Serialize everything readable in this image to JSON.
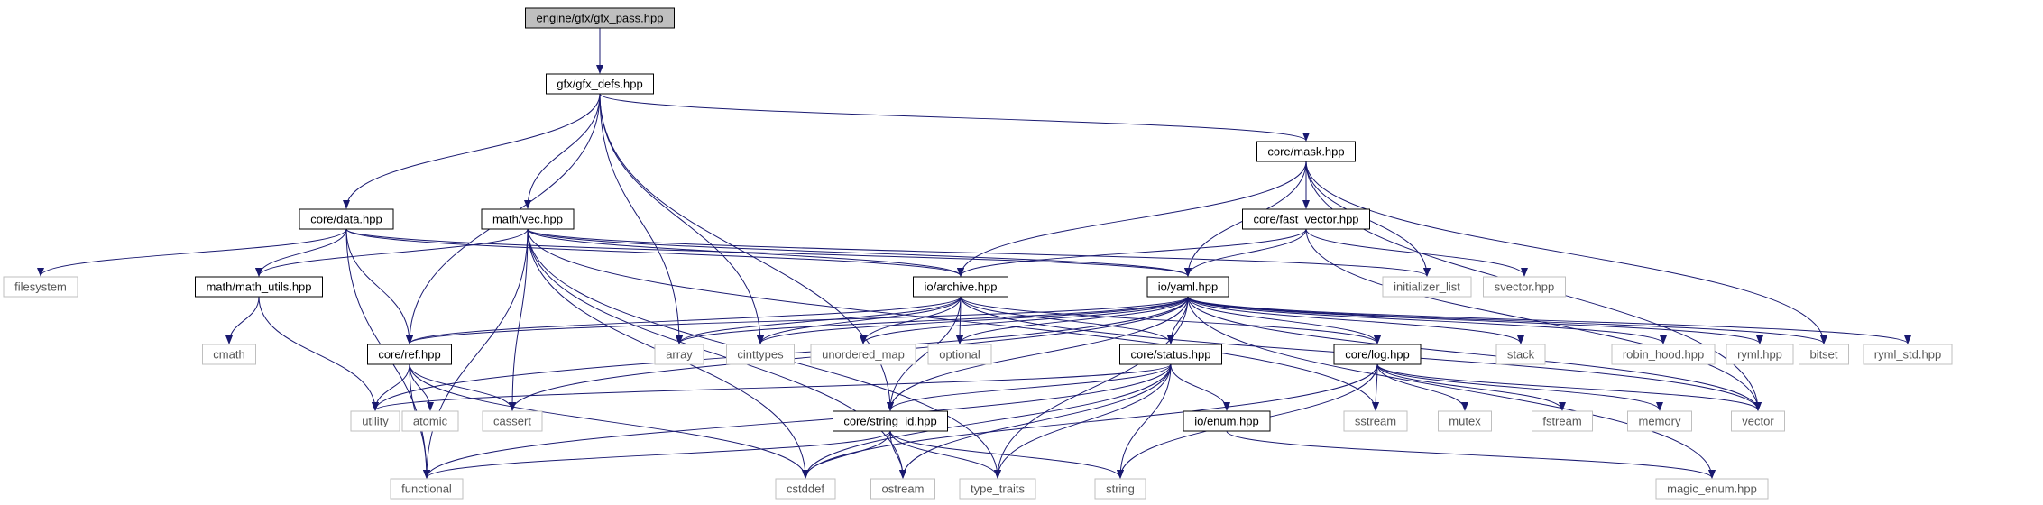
{
  "graph": {
    "colors": {
      "edge": "#191970",
      "root_fill": "#bfbfbf",
      "local_border": "#000000",
      "external_border": "#bfbfbf",
      "local_text": "#000000",
      "external_text": "#555555"
    },
    "nodes": [
      {
        "id": "gfx_pass",
        "label": "engine/gfx/gfx_pass.hpp",
        "kind": "root"
      },
      {
        "id": "gfx_defs",
        "label": "gfx/gfx_defs.hpp",
        "kind": "local"
      },
      {
        "id": "mask",
        "label": "core/mask.hpp",
        "kind": "local"
      },
      {
        "id": "data",
        "label": "core/data.hpp",
        "kind": "local"
      },
      {
        "id": "vec",
        "label": "math/vec.hpp",
        "kind": "local"
      },
      {
        "id": "fast_vector",
        "label": "core/fast_vector.hpp",
        "kind": "local"
      },
      {
        "id": "filesystem",
        "label": "filesystem",
        "kind": "external"
      },
      {
        "id": "math_utils",
        "label": "math/math_utils.hpp",
        "kind": "local"
      },
      {
        "id": "archive",
        "label": "io/archive.hpp",
        "kind": "local"
      },
      {
        "id": "yaml",
        "label": "io/yaml.hpp",
        "kind": "local"
      },
      {
        "id": "initializer_list",
        "label": "initializer_list",
        "kind": "external"
      },
      {
        "id": "svector",
        "label": "svector.hpp",
        "kind": "external"
      },
      {
        "id": "cmath",
        "label": "cmath",
        "kind": "external"
      },
      {
        "id": "ref",
        "label": "core/ref.hpp",
        "kind": "local"
      },
      {
        "id": "array",
        "label": "array",
        "kind": "external"
      },
      {
        "id": "cinttypes",
        "label": "cinttypes",
        "kind": "external"
      },
      {
        "id": "unordered_map",
        "label": "unordered_map",
        "kind": "external"
      },
      {
        "id": "optional",
        "label": "optional",
        "kind": "external"
      },
      {
        "id": "status",
        "label": "core/status.hpp",
        "kind": "local"
      },
      {
        "id": "log",
        "label": "core/log.hpp",
        "kind": "local"
      },
      {
        "id": "stack",
        "label": "stack",
        "kind": "external"
      },
      {
        "id": "robin_hood",
        "label": "robin_hood.hpp",
        "kind": "external"
      },
      {
        "id": "ryml",
        "label": "ryml.hpp",
        "kind": "external"
      },
      {
        "id": "bitset",
        "label": "bitset",
        "kind": "external"
      },
      {
        "id": "ryml_std",
        "label": "ryml_std.hpp",
        "kind": "external"
      },
      {
        "id": "utility",
        "label": "utility",
        "kind": "external"
      },
      {
        "id": "atomic",
        "label": "atomic",
        "kind": "external"
      },
      {
        "id": "cassert",
        "label": "cassert",
        "kind": "external"
      },
      {
        "id": "string_id",
        "label": "core/string_id.hpp",
        "kind": "local"
      },
      {
        "id": "io_enum",
        "label": "io/enum.hpp",
        "kind": "local"
      },
      {
        "id": "sstream",
        "label": "sstream",
        "kind": "external"
      },
      {
        "id": "mutex",
        "label": "mutex",
        "kind": "external"
      },
      {
        "id": "fstream",
        "label": "fstream",
        "kind": "external"
      },
      {
        "id": "memory",
        "label": "memory",
        "kind": "external"
      },
      {
        "id": "vector",
        "label": "vector",
        "kind": "external"
      },
      {
        "id": "functional",
        "label": "functional",
        "kind": "external"
      },
      {
        "id": "cstddef",
        "label": "cstddef",
        "kind": "external"
      },
      {
        "id": "ostream",
        "label": "ostream",
        "kind": "external"
      },
      {
        "id": "type_traits",
        "label": "type_traits",
        "kind": "external"
      },
      {
        "id": "string",
        "label": "string",
        "kind": "external"
      },
      {
        "id": "magic_enum",
        "label": "magic_enum.hpp",
        "kind": "external"
      }
    ],
    "edges": [
      [
        "gfx_pass",
        "gfx_defs"
      ],
      [
        "gfx_defs",
        "data"
      ],
      [
        "gfx_defs",
        "vec"
      ],
      [
        "gfx_defs",
        "ref"
      ],
      [
        "gfx_defs",
        "string_id"
      ],
      [
        "gfx_defs",
        "array"
      ],
      [
        "gfx_defs",
        "cinttypes"
      ],
      [
        "gfx_defs",
        "mask"
      ],
      [
        "mask",
        "archive"
      ],
      [
        "mask",
        "yaml"
      ],
      [
        "mask",
        "fast_vector"
      ],
      [
        "mask",
        "initializer_list"
      ],
      [
        "mask",
        "bitset"
      ],
      [
        "mask",
        "vector"
      ],
      [
        "data",
        "filesystem"
      ],
      [
        "data",
        "math_utils"
      ],
      [
        "data",
        "ref"
      ],
      [
        "data",
        "archive"
      ],
      [
        "data",
        "yaml"
      ],
      [
        "data",
        "functional"
      ],
      [
        "vec",
        "math_utils"
      ],
      [
        "vec",
        "archive"
      ],
      [
        "vec",
        "yaml"
      ],
      [
        "vec",
        "initializer_list"
      ],
      [
        "vec",
        "cassert"
      ],
      [
        "vec",
        "ostream"
      ],
      [
        "vec",
        "sstream"
      ],
      [
        "vec",
        "type_traits"
      ],
      [
        "vec",
        "functional"
      ],
      [
        "vec",
        "cstddef"
      ],
      [
        "fast_vector",
        "archive"
      ],
      [
        "fast_vector",
        "yaml"
      ],
      [
        "fast_vector",
        "svector"
      ],
      [
        "fast_vector",
        "vector"
      ],
      [
        "math_utils",
        "cmath"
      ],
      [
        "math_utils",
        "utility"
      ],
      [
        "archive",
        "ref"
      ],
      [
        "archive",
        "array"
      ],
      [
        "archive",
        "cinttypes"
      ],
      [
        "archive",
        "unordered_map"
      ],
      [
        "archive",
        "optional"
      ],
      [
        "archive",
        "status"
      ],
      [
        "archive",
        "log"
      ],
      [
        "archive",
        "string_id"
      ],
      [
        "archive",
        "vector"
      ],
      [
        "yaml",
        "ref"
      ],
      [
        "yaml",
        "array"
      ],
      [
        "yaml",
        "cinttypes"
      ],
      [
        "yaml",
        "unordered_map"
      ],
      [
        "yaml",
        "optional"
      ],
      [
        "yaml",
        "status"
      ],
      [
        "yaml",
        "log"
      ],
      [
        "yaml",
        "stack"
      ],
      [
        "yaml",
        "robin_hood"
      ],
      [
        "yaml",
        "ryml"
      ],
      [
        "yaml",
        "bitset"
      ],
      [
        "yaml",
        "ryml_std"
      ],
      [
        "yaml",
        "string_id"
      ],
      [
        "yaml",
        "vector"
      ],
      [
        "yaml",
        "utility"
      ],
      [
        "yaml",
        "type_traits"
      ],
      [
        "yaml",
        "magic_enum"
      ],
      [
        "yaml",
        "cassert"
      ],
      [
        "ref",
        "utility"
      ],
      [
        "ref",
        "atomic"
      ],
      [
        "ref",
        "cassert"
      ],
      [
        "ref",
        "functional"
      ],
      [
        "ref",
        "cstddef"
      ],
      [
        "status",
        "utility"
      ],
      [
        "status",
        "string_id"
      ],
      [
        "status",
        "io_enum"
      ],
      [
        "status",
        "functional"
      ],
      [
        "status",
        "cstddef"
      ],
      [
        "status",
        "ostream"
      ],
      [
        "status",
        "type_traits"
      ],
      [
        "status",
        "string"
      ],
      [
        "log",
        "sstream"
      ],
      [
        "log",
        "mutex"
      ],
      [
        "log",
        "fstream"
      ],
      [
        "log",
        "memory"
      ],
      [
        "log",
        "vector"
      ],
      [
        "log",
        "string"
      ],
      [
        "log",
        "cstddef"
      ],
      [
        "string_id",
        "functional"
      ],
      [
        "string_id",
        "cstddef"
      ],
      [
        "string_id",
        "ostream"
      ],
      [
        "string_id",
        "type_traits"
      ],
      [
        "string_id",
        "string"
      ],
      [
        "io_enum",
        "magic_enum"
      ]
    ]
  }
}
